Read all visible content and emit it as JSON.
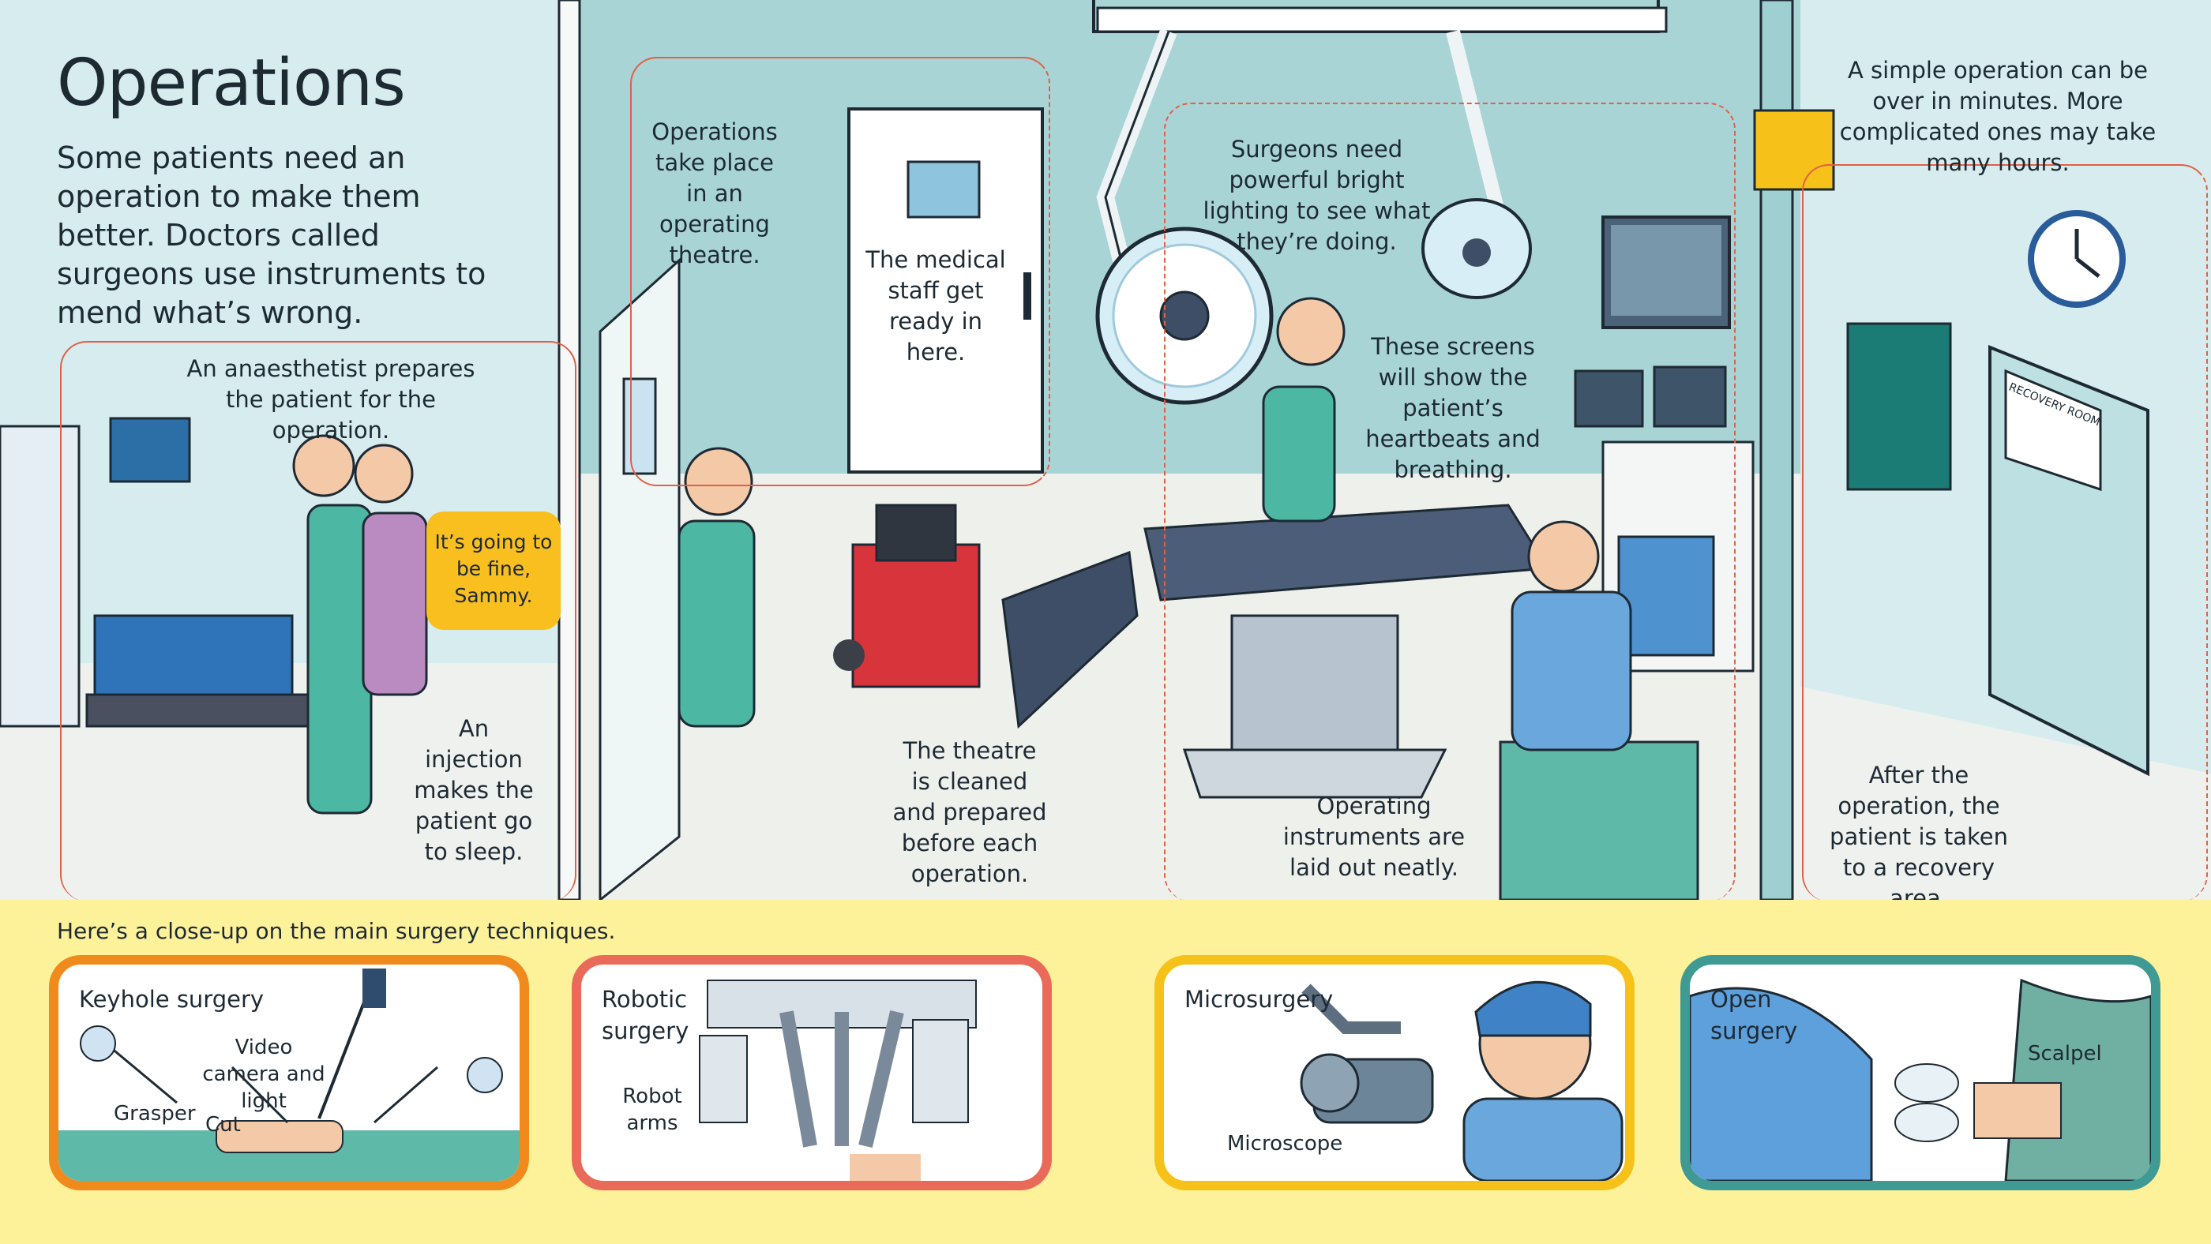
{
  "page": {
    "title": "Operations",
    "intro": "Some patients need an operation to make them better. Doctors called surgeons use instruments to mend what’s wrong."
  },
  "captions": {
    "anaesthetist": "An anaesthetist prepares the patient for the operation.",
    "speech": "It’s going to be fine, Sammy.",
    "injection": "An injection makes the patient go to sleep.",
    "theatre": "Operations take place in an operating theatre.",
    "staff": "The medical staff get ready in here.",
    "cleaned": "The theatre is cleaned and prepared before each operation.",
    "lighting": "Surgeons need powerful bright lighting to see what they’re doing.",
    "screens": "These screens will show the patient’s heartbeats and breathing.",
    "instruments": "Operating instruments are laid out neatly.",
    "duration": "A simple operation can be over in minutes. More complicated ones may take many hours.",
    "recovery": "After the operation, the patient is taken to a recovery area.",
    "door_sign": "RECOVERY ROOM"
  },
  "closeup": {
    "caption": "Here’s a close-up on the main surgery techniques.",
    "panels": [
      {
        "title": "Keyhole surgery",
        "labels": [
          "Video camera and light",
          "Grasper",
          "Cut"
        ],
        "border": "#f08a1c"
      },
      {
        "title": "Robotic surgery",
        "labels": [
          "Robot arms"
        ],
        "border": "#ea6a5a"
      },
      {
        "title": "Microsurgery",
        "labels": [
          "Microscope"
        ],
        "border": "#f6c21a"
      },
      {
        "title": "Open surgery",
        "labels": [
          "Scalpel"
        ],
        "border": "#3f9a93"
      }
    ]
  },
  "colors": {
    "wall_left": "#cfe7ea",
    "wall_theatre": "#a8d4d5",
    "floor": "#f2f4f1",
    "frame_line": "#e25f48",
    "speech_bubble": "#f9bf1f",
    "closeup_band": "#fdf19a",
    "scrubs": "#4cb8a4",
    "gown": "#6aa7dc"
  },
  "icons": [
    "clock-icon",
    "surgical-lamp-icon",
    "monitor-icon",
    "operating-table-icon",
    "cleaning-cart-icon",
    "door-icon",
    "scalpel-icon",
    "microscope-icon",
    "robot-arm-icon"
  ]
}
